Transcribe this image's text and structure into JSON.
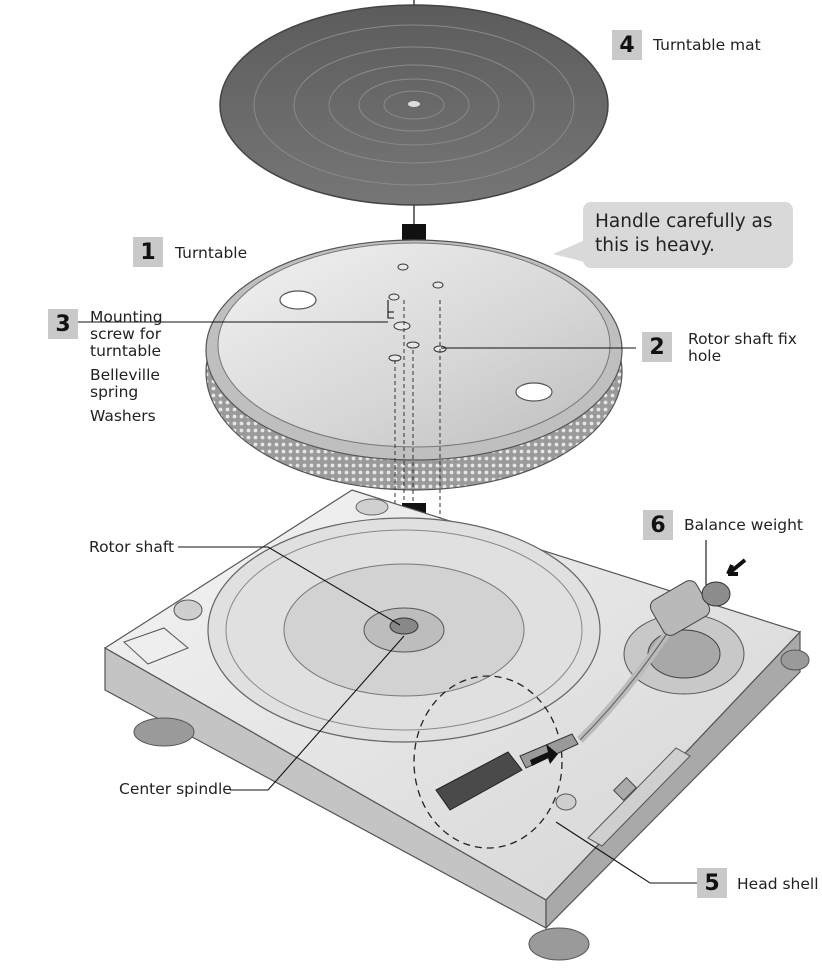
{
  "parts": {
    "turntable_mat": {
      "number": "4",
      "label": "Turntable mat"
    },
    "turntable": {
      "number": "1",
      "label": "Turntable"
    },
    "rotor_shaft_fix_hole": {
      "number": "2",
      "label_line1": "Rotor shaft fix",
      "label_line2": "hole"
    },
    "mounting_screw": {
      "number": "3",
      "label_line1": "Mounting",
      "label_line2": "screw for",
      "label_line3": "turntable"
    },
    "belleville_spring": {
      "label_line1": "Belleville",
      "label_line2": "spring"
    },
    "washers": {
      "label": "Washers"
    },
    "balance_weight": {
      "number": "6",
      "label": "Balance weight"
    },
    "head_shell": {
      "number": "5",
      "label": "Head shell"
    },
    "rotor_shaft": {
      "label": "Rotor shaft"
    },
    "center_spindle": {
      "label": "Center spindle"
    }
  },
  "callout": {
    "line1": "Handle carefully as",
    "line2": "this is heavy."
  },
  "colors": {
    "mat": "#6a6a6a",
    "platter": "#dcdcdc",
    "badge": "#c9c9c9",
    "callout": "#d9d9d9",
    "base": "#e8e8e8"
  }
}
